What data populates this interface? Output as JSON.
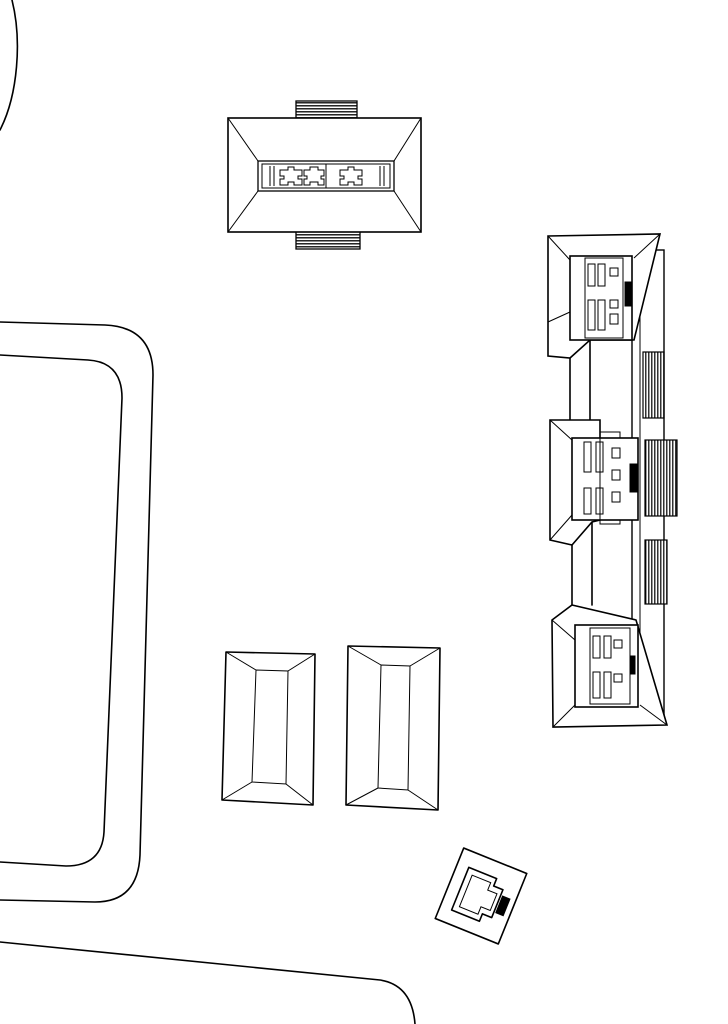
{
  "drawing": {
    "type": "architectural-site-plan",
    "style": "black line drawing on white",
    "ink_color": "#000000",
    "paper_color": "#ffffff",
    "labels": []
  },
  "elements": [
    {
      "name": "curved-path-top-left",
      "kind": "path"
    },
    {
      "name": "rounded-ground-outer",
      "kind": "path"
    },
    {
      "name": "rounded-ground-inner",
      "kind": "path"
    },
    {
      "name": "curved-road-bottom",
      "kind": "path"
    },
    {
      "name": "hip-roof-pavilion-with-stairs",
      "kind": "building",
      "stairs": 2
    },
    {
      "name": "triple-hall-complex",
      "kind": "building",
      "halls": 3,
      "stair_flights": 3
    },
    {
      "name": "rectangular-hip-roof-building-left",
      "kind": "building"
    },
    {
      "name": "rectangular-hip-roof-building-right",
      "kind": "building"
    },
    {
      "name": "small-rotated-building",
      "kind": "building"
    }
  ]
}
